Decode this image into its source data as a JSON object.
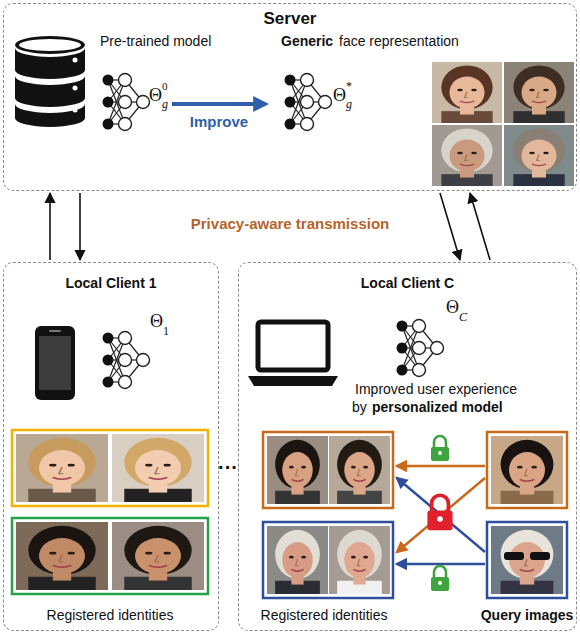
{
  "diagram": {
    "nodes": [
      {
        "text": [
          "Server"
        ]
      },
      {
        "text": [
          "Local Client 1"
        ]
      },
      {
        "text": [
          "Local Client C"
        ]
      }
    ],
    "edges": [
      {
        "from": 1,
        "to": 0,
        "arrow": "to"
      },
      {
        "from": 0,
        "to": 1,
        "arrow": "to"
      },
      {
        "from": 0,
        "to": 2,
        "arrow": "to"
      },
      {
        "from": 2,
        "to": 0,
        "arrow": "to"
      }
    ],
    "labels": [
      "Pre-trained model",
      "Θ",
      "g",
      "0",
      "Improve",
      "Generic",
      "face representation",
      "Θ",
      "g",
      "*",
      "Privacy-aware transmission",
      "Θ",
      "1",
      "Registered identities",
      "···",
      "Θ",
      "C",
      "Improved user experience",
      "by",
      "personalized model",
      "Registered identities",
      "Query images"
    ]
  }
}
